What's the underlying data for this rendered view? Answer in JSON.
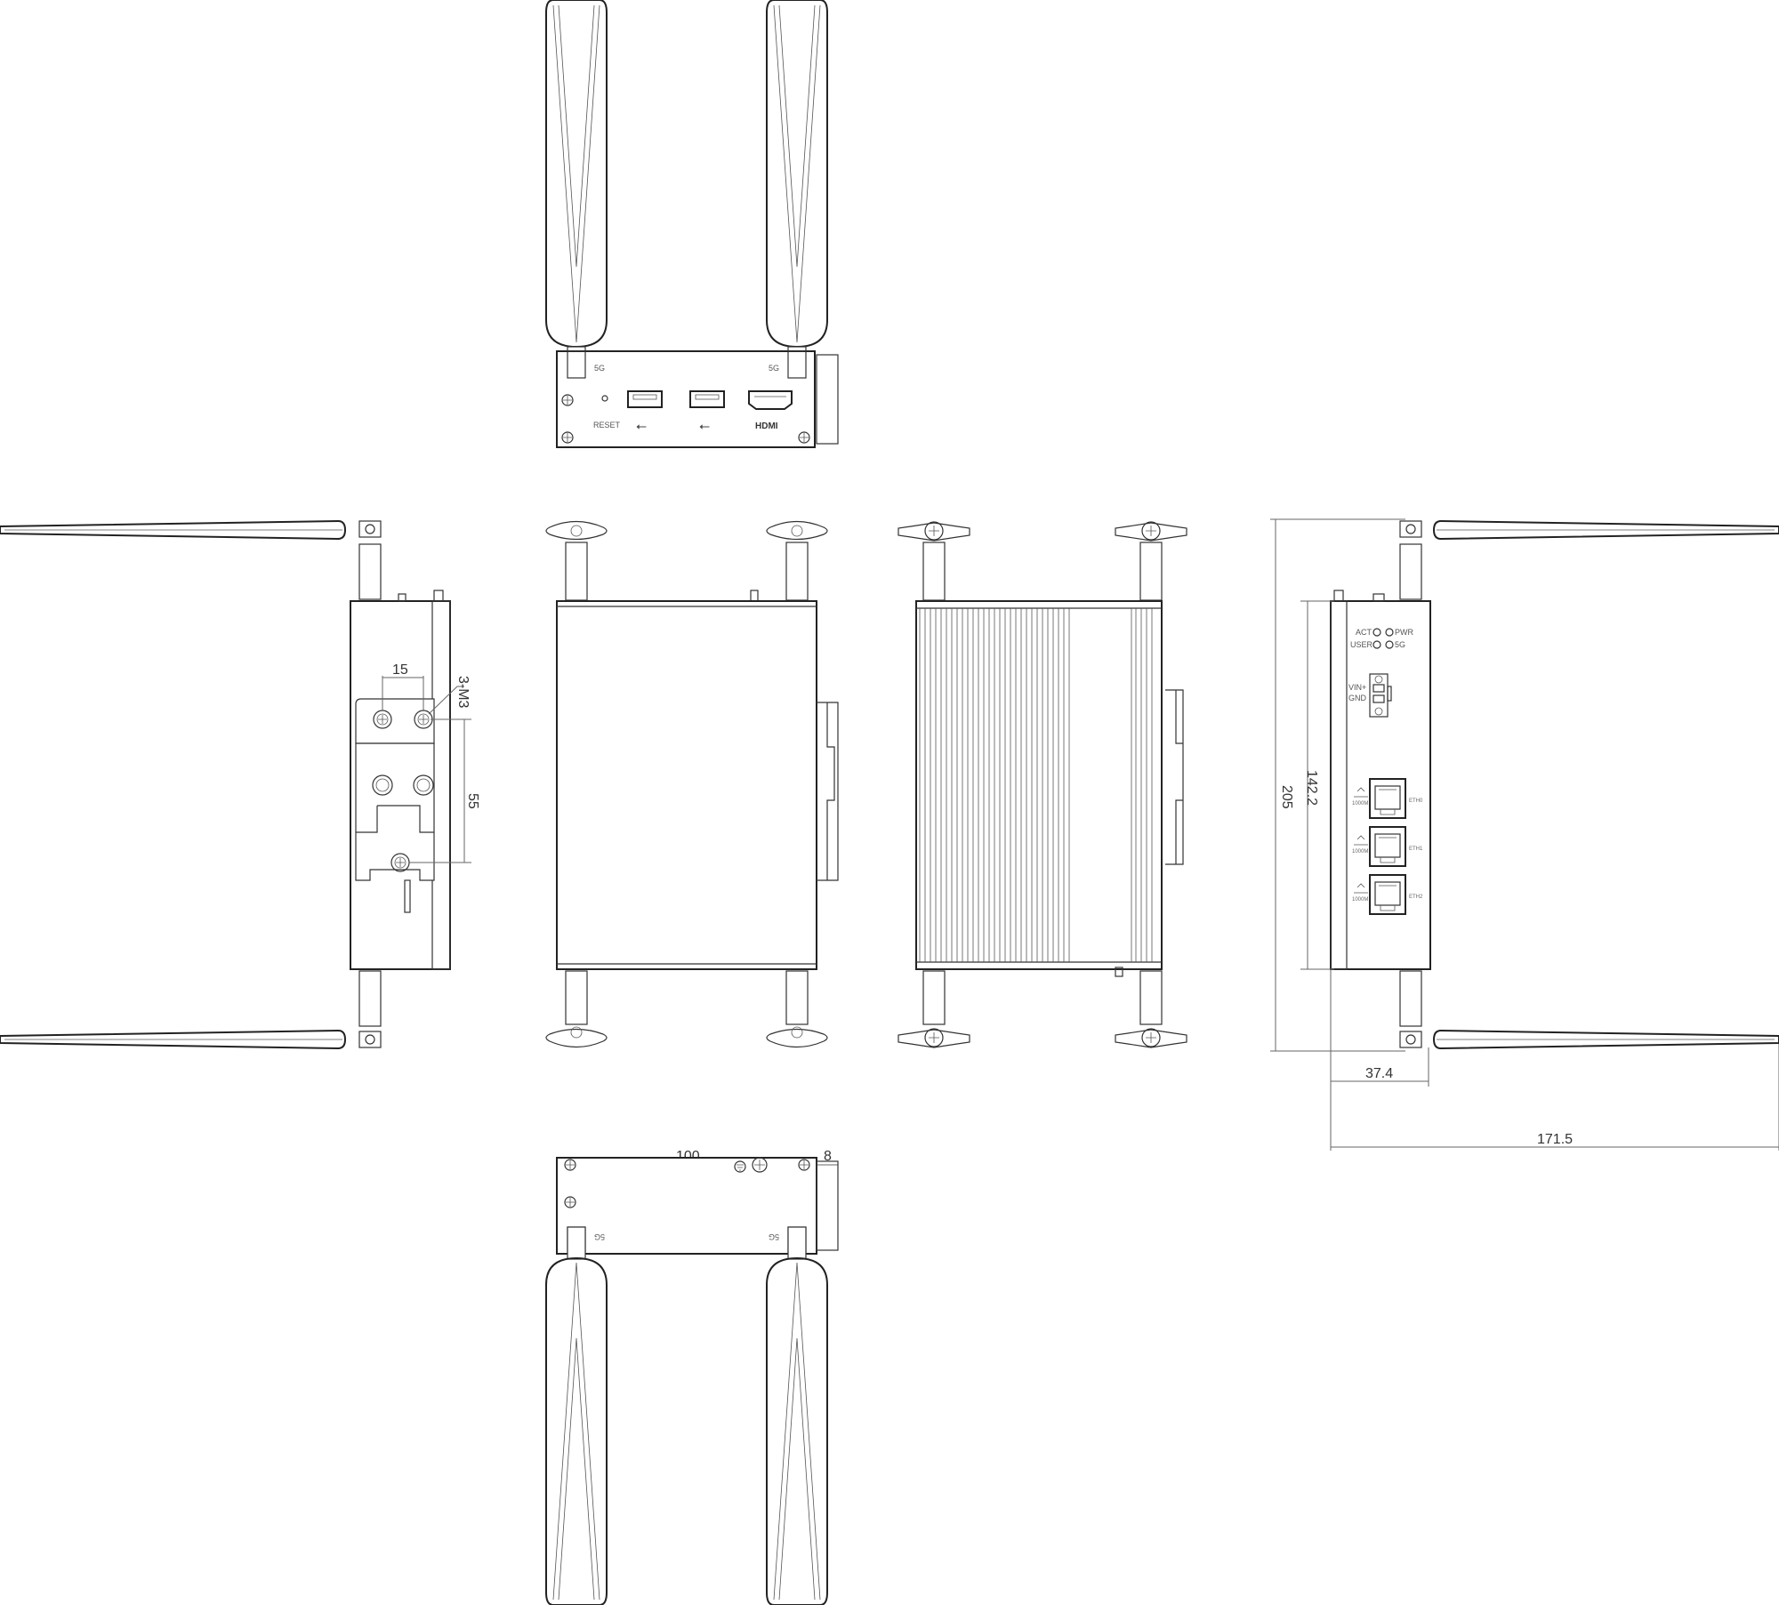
{
  "colors": {
    "line": "#222222",
    "background": "#ffffff",
    "text": "#444444"
  },
  "front_view": {
    "antenna_label_left": "5G",
    "antenna_label_right": "5G",
    "reset_label": "RESET",
    "usb_symbol": "⭠",
    "hdmi_label": "HDMI"
  },
  "din_view": {
    "screw_spec": "3-M3",
    "screw_pitch": "15",
    "screw_span": "55"
  },
  "rear_view": {
    "led_act": "ACT",
    "led_pwr": "PWR",
    "led_user": "USER",
    "led_5g": "5G",
    "power_vin": "VIN+",
    "power_gnd": "GND",
    "eth_ports": [
      {
        "speed": "1000M",
        "name": "ETH0"
      },
      {
        "speed": "1000M",
        "name": "ETH1"
      },
      {
        "speed": "1000M",
        "name": "ETH2"
      }
    ],
    "height_total": "205",
    "height_body": "142.2",
    "depth_body": "37.4",
    "depth_total": "171.5"
  },
  "bottom_view": {
    "width": "100",
    "rail_depth": "8",
    "antenna_label_left": "5G",
    "antenna_label_right": "5G"
  }
}
